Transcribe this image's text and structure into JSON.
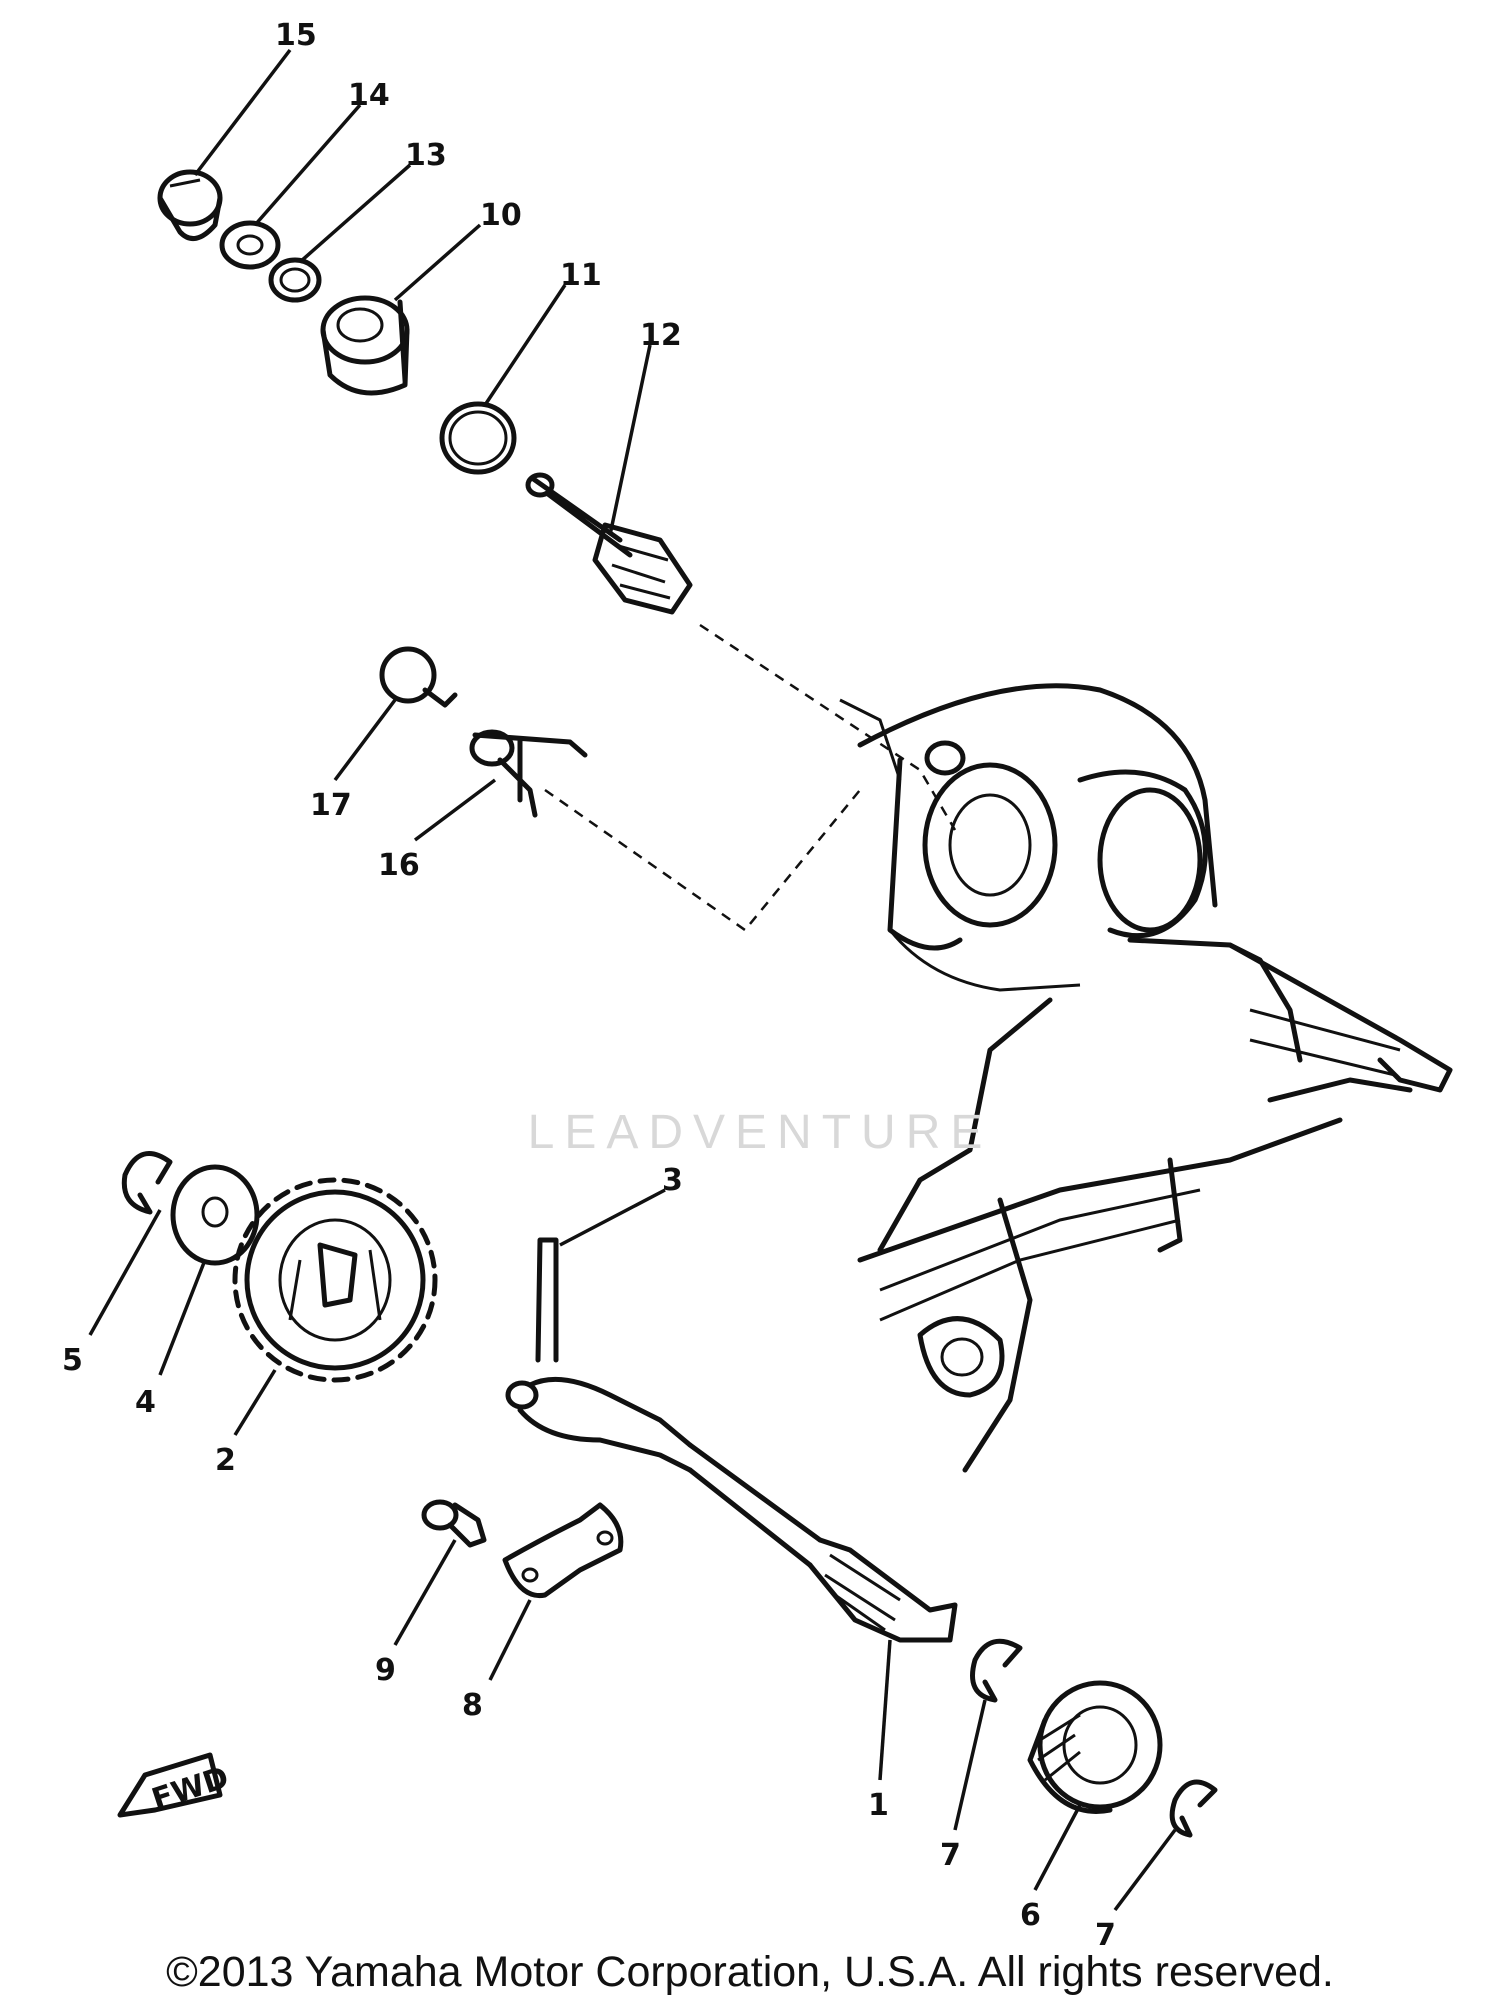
{
  "diagram": {
    "callouts": [
      {
        "id": "1",
        "label": "1"
      },
      {
        "id": "2",
        "label": "2"
      },
      {
        "id": "3",
        "label": "3"
      },
      {
        "id": "4",
        "label": "4"
      },
      {
        "id": "5",
        "label": "5"
      },
      {
        "id": "6",
        "label": "6"
      },
      {
        "id": "7a",
        "label": "7"
      },
      {
        "id": "7b",
        "label": "7"
      },
      {
        "id": "8",
        "label": "8"
      },
      {
        "id": "9",
        "label": "9"
      },
      {
        "id": "10",
        "label": "10"
      },
      {
        "id": "11",
        "label": "11"
      },
      {
        "id": "12",
        "label": "12"
      },
      {
        "id": "13",
        "label": "13"
      },
      {
        "id": "14",
        "label": "14"
      },
      {
        "id": "15",
        "label": "15"
      },
      {
        "id": "16",
        "label": "16"
      },
      {
        "id": "17",
        "label": "17"
      }
    ],
    "direction_label": "FWD"
  },
  "watermark": "LEADVENTURE",
  "footer": {
    "copyright": "©2013 Yamaha Motor Corporation, U.S.A. All rights reserved."
  }
}
